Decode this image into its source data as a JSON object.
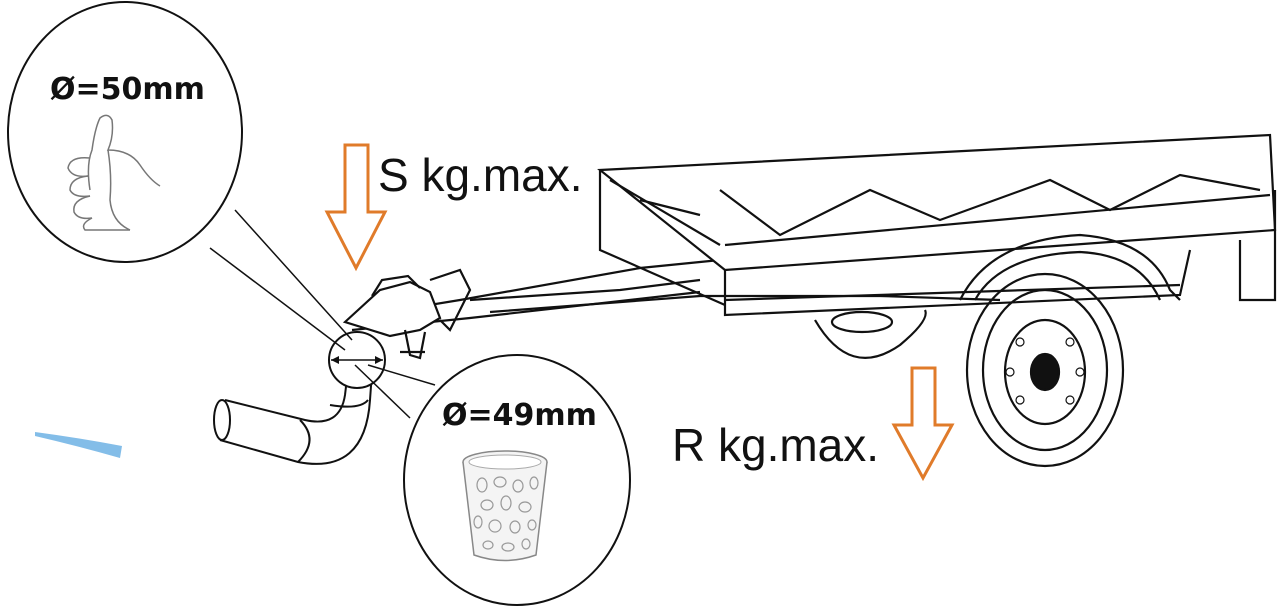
{
  "labels": {
    "s_load": "S kg.max.",
    "r_load": "R kg.max.",
    "diameter_good": "Ø=50mm",
    "diameter_bad": "Ø=49mm"
  },
  "colors": {
    "arrow_orange": "#E07B2A",
    "line": "#111111",
    "blue_streak": "#5AA7E0"
  },
  "icons": {
    "good_callout": "thumbs-up-icon",
    "bad_callout": "wastebasket-icon"
  }
}
